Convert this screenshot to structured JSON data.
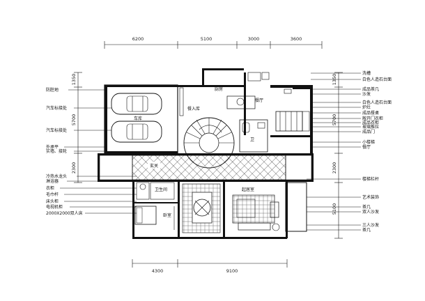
{
  "dimensions": {
    "top": [
      "6200",
      "5100",
      "3000",
      "3600"
    ],
    "bottom": [
      "4300",
      "9100"
    ],
    "left": [
      "1350",
      "5700",
      "2300"
    ],
    "right": [
      "1350",
      "5700",
      "2300",
      "5100"
    ]
  },
  "rooms": {
    "garage": "车库",
    "kitchen": "厨房",
    "pantry": "餐入库",
    "dining": "餐厅",
    "bath1": "卫",
    "foyer": "玄关",
    "wc": "卫生间",
    "bedroom": "卧室",
    "living": "起居室"
  },
  "left_labels": [
    "防腔地",
    "汽车标接处",
    "汽车标接处",
    "外承平",
    "实墙、接轮",
    "冷热水龙头",
    "淋浴器",
    "衣柜",
    "毛巾杆",
    "床头柜",
    "电视机柜",
    "2000X2000双人床"
  ],
  "right_labels": [
    "洗槽",
    "白色人造石台面",
    "成品茶几",
    "沙发",
    "白色人造石台面",
    "炉灶",
    "成品餐桌",
    "敞开门衣柜",
    "成品衣柜",
    "玻璃推拉",
    "成品门",
    "小楼梯",
    "餐厅",
    "楼梯栏杆",
    "艺术装饰",
    "茶几",
    "双人沙发",
    "三人沙发",
    "茶几"
  ]
}
